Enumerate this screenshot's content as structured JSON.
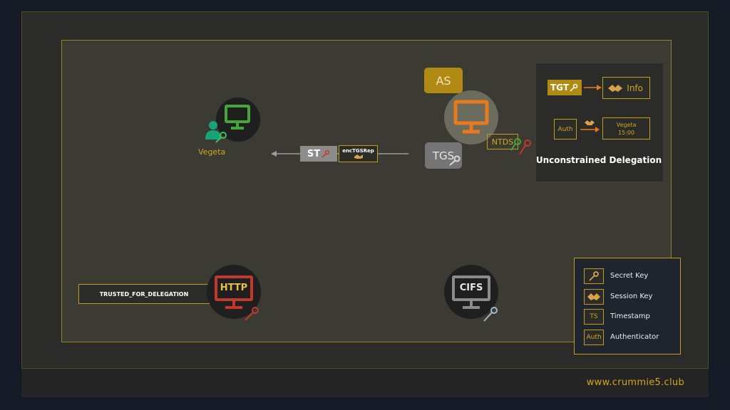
{
  "diagram": {
    "title": "Unconstrained Delegation",
    "client": {
      "name": "Vegeta"
    },
    "kdc": {
      "as_label": "AS",
      "tgs_label": "TGS",
      "ntds_label": "NTDS"
    },
    "message": {
      "ticket_label": "ST",
      "part_label": "encTGSRep"
    },
    "services": [
      {
        "label": "HTTP",
        "flag": "TRUSTED_FOR_DELEGATION"
      },
      {
        "label": "CIFS"
      }
    ],
    "delegation_panel": {
      "tgt_label": "TGT",
      "info_label": "Info",
      "auth_label": "Auth",
      "vegeta_name": "Vegeta",
      "vegeta_time": "15:00"
    },
    "legend": [
      {
        "icon": "key-icon",
        "label": "Secret Key"
      },
      {
        "icon": "handshake-icon",
        "label": "Session Key"
      },
      {
        "icon": "TS",
        "label": "Timestamp"
      },
      {
        "icon": "Auth",
        "label": "Authenticator"
      }
    ],
    "footer": "www.crummie5.club"
  },
  "colors": {
    "accent_gold": "#d1a51c",
    "client_green": "#43a63b",
    "kdc_orange": "#e8791c",
    "http_red": "#c0392b",
    "cifs_gray": "#8c8c8c"
  }
}
